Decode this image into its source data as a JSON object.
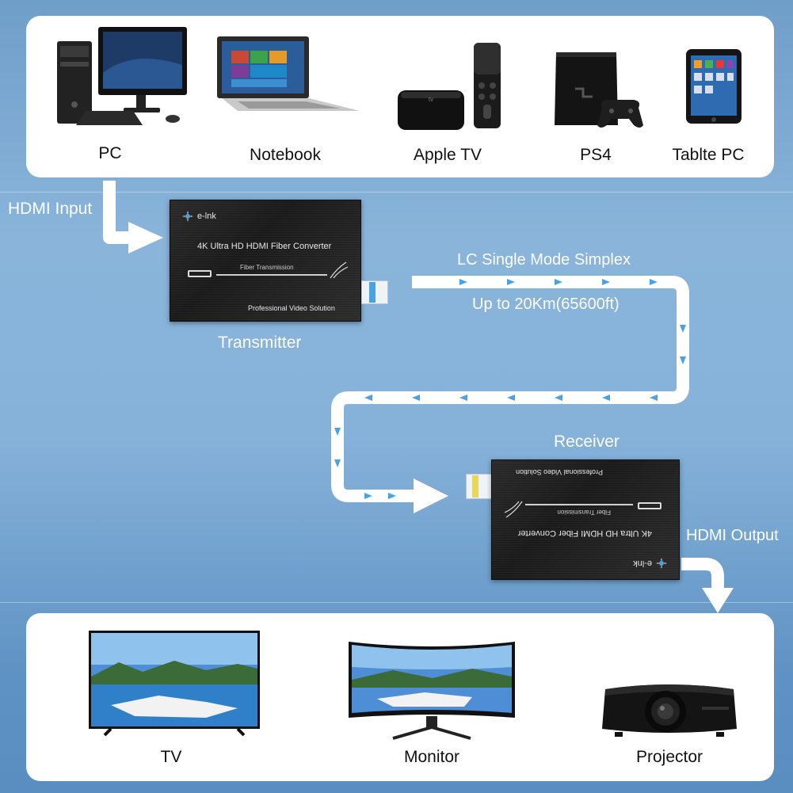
{
  "sources": [
    {
      "label": "PC",
      "icon": "pc-icon"
    },
    {
      "label": "Notebook",
      "icon": "notebook-icon"
    },
    {
      "label": "Apple TV",
      "icon": "apple-tv-icon"
    },
    {
      "label": "PS4",
      "icon": "ps4-icon"
    },
    {
      "label": "Tablte PC",
      "icon": "tablet-icon"
    }
  ],
  "displays": [
    {
      "label": "TV",
      "icon": "tv-icon"
    },
    {
      "label": "Monitor",
      "icon": "monitor-icon"
    },
    {
      "label": "Projector",
      "icon": "projector-icon"
    }
  ],
  "flow": {
    "hdmi_input": "HDMI Input",
    "hdmi_output": "HDMI Output",
    "fiber_mode": "LC Single Mode Simplex",
    "fiber_distance": "Up to 20Km(65600ft)"
  },
  "transmitter": {
    "caption": "Transmitter",
    "brand": "e-lnk",
    "model": "4K Ultra HD HDMI Fiber Converter",
    "fiber_text": "Fiber Transmission",
    "tagline": "Professional Video Solution"
  },
  "receiver": {
    "caption": "Receiver",
    "brand": "e-lnk",
    "model": "4K Ultra HD HDMI Fiber Converter",
    "fiber_text": "Fiber Transmission",
    "tagline": "Professional Video Solution"
  },
  "colors": {
    "background": "#7aa8d2",
    "panel": "#ffffff",
    "fiber_line": "#ffffff",
    "fiber_arrows": "#4aa3e0",
    "device_body": "#1e1e1e"
  }
}
